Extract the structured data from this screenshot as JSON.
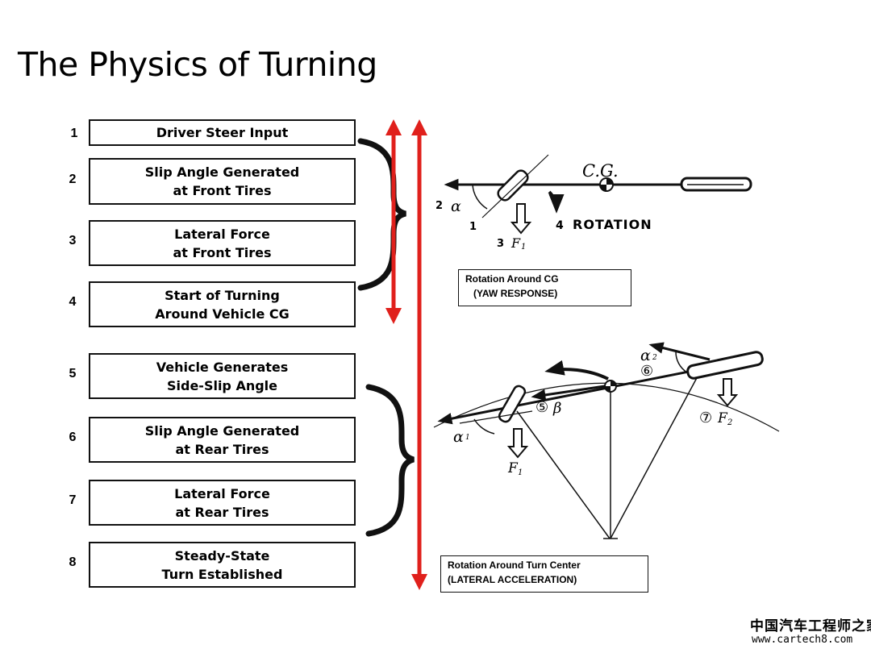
{
  "title": "The Physics of Turning",
  "steps": [
    {
      "num": "1",
      "line1": "Driver Steer Input",
      "line2": ""
    },
    {
      "num": "2",
      "line1": "Slip Angle Generated",
      "line2": "at Front Tires"
    },
    {
      "num": "3",
      "line1": "Lateral Force",
      "line2": "at Front Tires"
    },
    {
      "num": "4",
      "line1": "Start of Turning",
      "line2": "Around Vehicle CG"
    },
    {
      "num": "5",
      "line1": "Vehicle Generates",
      "line2": "Side-Slip Angle"
    },
    {
      "num": "6",
      "line1": "Slip Angle Generated",
      "line2": "at Rear Tires"
    },
    {
      "num": "7",
      "line1": "Lateral Force",
      "line2": "at Rear Tires"
    },
    {
      "num": "8",
      "line1": "Steady-State",
      "line2": "Turn Established"
    }
  ],
  "top_diagram": {
    "cg_label": "C.G.",
    "alpha_num": "2",
    "alpha_symbol": "α",
    "steer_num": "1",
    "force_num": "3",
    "force_label": "F",
    "force_sub": "1",
    "rotation_num": "4",
    "rotation_label": "ROTATION"
  },
  "bottom_diagram": {
    "alpha_front": "α",
    "alpha_front_sub": "1",
    "alpha_rear": "α",
    "alpha_rear_sub": "2",
    "beta_num": "⑤",
    "beta_symbol": "β",
    "rear_slip_num": "⑥",
    "rear_force_num": "⑦",
    "rear_force_label": "F",
    "rear_force_sub": "2",
    "front_force_label": "F",
    "front_force_sub": "1"
  },
  "caption_yaw": {
    "line1": "Rotation Around CG",
    "line2": "(YAW RESPONSE)"
  },
  "caption_lateral": {
    "line1": "Rotation Around Turn Center",
    "line2": "(LATERAL ACCELERATION)"
  },
  "watermark": {
    "site_name": "中国汽车工程师之家",
    "url": "www.cartech8.com"
  },
  "colors": {
    "arrow_red": "#e0201c",
    "line": "#111111"
  }
}
